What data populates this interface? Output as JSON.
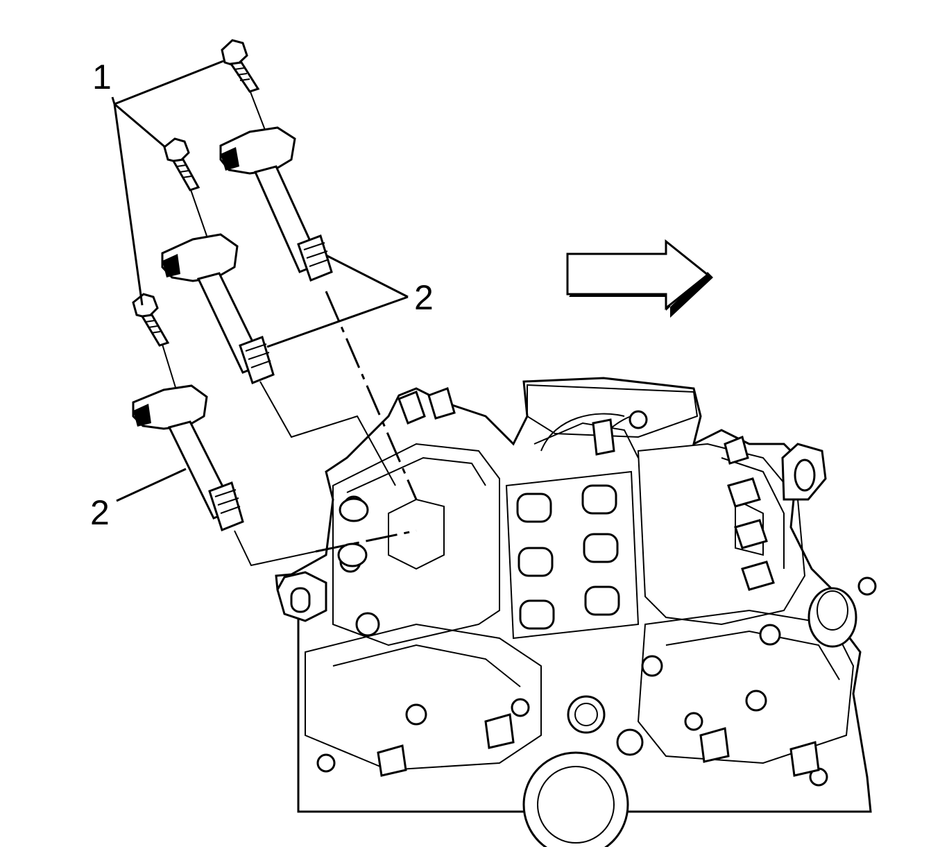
{
  "callouts": {
    "bolts": "1",
    "coils_right": "2",
    "coil_left": "2"
  },
  "direction_arrow": {
    "icon": "direction-arrow-icon"
  },
  "colors": {
    "ink": "#000000",
    "background": "#ffffff"
  }
}
